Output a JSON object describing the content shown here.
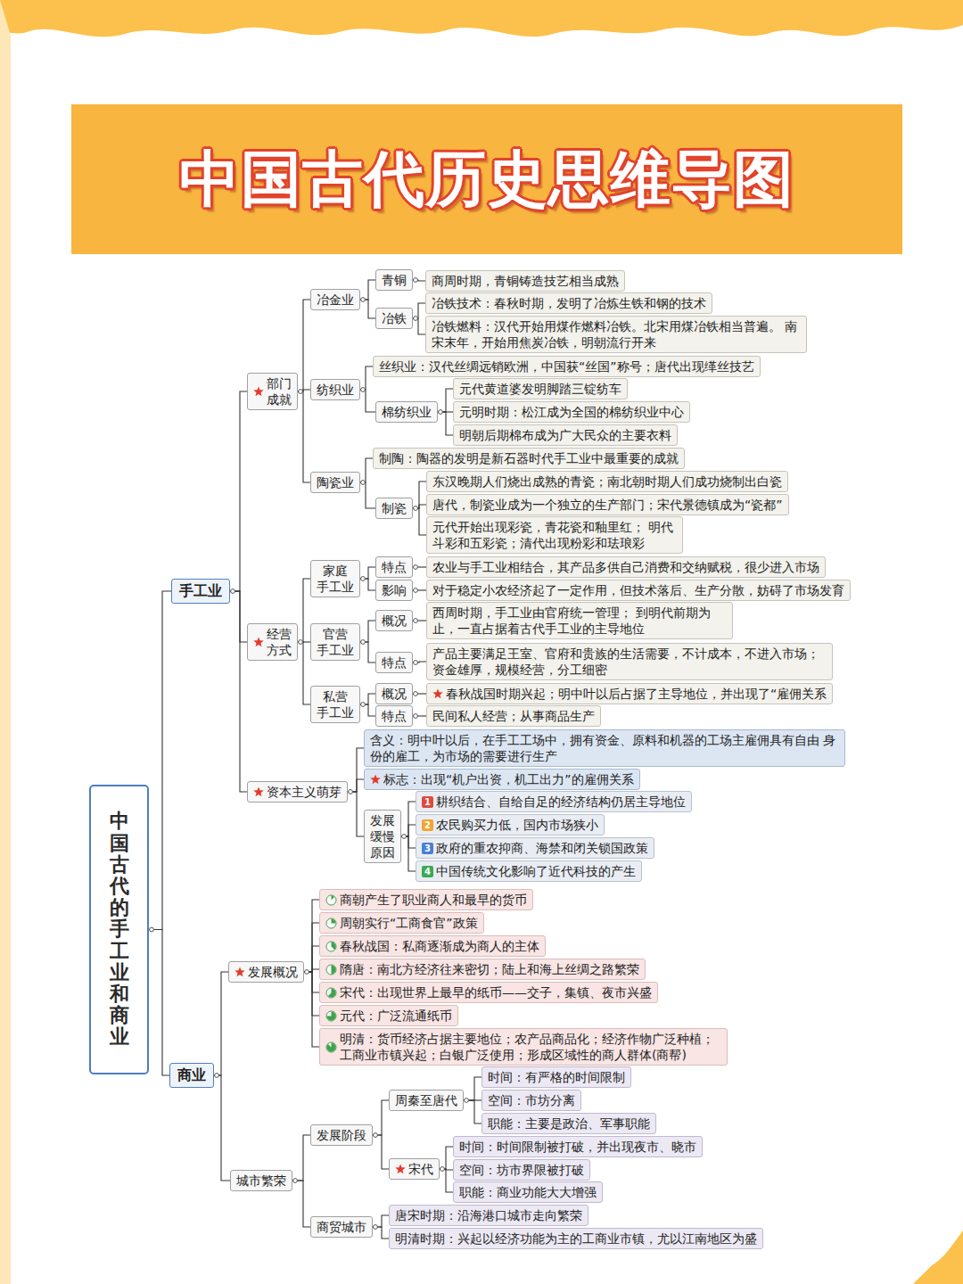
{
  "diagram": {
    "title": "中国古代历史思维导图",
    "nodes": [
      {
        "text": [
          "中国古代的手工业和商业"
        ]
      },
      {
        "text": [
          "手工业"
        ]
      },
      {
        "text": [
          "部门 成就"
        ]
      },
      {
        "text": [
          "冶金业"
        ]
      },
      {
        "text": [
          "青铜"
        ]
      },
      {
        "text": [
          "商周时期，青铜铸造技艺相当成熟"
        ]
      },
      {
        "text": [
          "冶铁"
        ]
      },
      {
        "text": [
          "冶铁技术：春秋时期，发明了冶炼生铁和钢的技术"
        ]
      },
      {
        "text": [
          "冶铁燃料：汉代开始用煤作燃料冶铁。北宋用煤冶铁相当普遍。 南宋末年，开始用焦炭冶铁，明朝流行开来"
        ]
      },
      {
        "text": [
          "纺织业"
        ]
      },
      {
        "text": [
          "丝织业：汉代丝绸远销欧洲，中国获“丝国”称号；唐代出现缂丝技艺"
        ]
      },
      {
        "text": [
          "棉纺织业"
        ]
      },
      {
        "text": [
          "元代黄道婆发明脚踏三锭纺车"
        ]
      },
      {
        "text": [
          "元明时期：松江成为全国的棉纺织业中心"
        ]
      },
      {
        "text": [
          "明朝后期棉布成为广大民众的主要衣料"
        ]
      },
      {
        "text": [
          "陶瓷业"
        ]
      },
      {
        "text": [
          "制陶：陶器的发明是新石器时代手工业中最重要的成就"
        ]
      },
      {
        "text": [
          "制瓷"
        ]
      },
      {
        "text": [
          "东汉晚期人们烧出成熟的青瓷；南北朝时期人们成功烧制出白瓷"
        ]
      },
      {
        "text": [
          "唐代，制瓷业成为一个独立的生产部门；宋代景德镇成为“瓷都”"
        ]
      },
      {
        "text": [
          "元代开始出现彩瓷，青花瓷和釉里红； 明代斗彩和五彩瓷；清代出现粉彩和珐琅彩"
        ]
      },
      {
        "text": [
          "经营 方式"
        ]
      },
      {
        "text": [
          "家庭 手工业"
        ]
      },
      {
        "text": [
          "特点"
        ]
      },
      {
        "text": [
          "农业与手工业相结合，其产品多供自己消费和交纳赋税，很少进入市场"
        ]
      },
      {
        "text": [
          "影响"
        ]
      },
      {
        "text": [
          "对于稳定小农经济起了一定作用，但技术落后、生产分散，妨碍了市场发育"
        ]
      },
      {
        "text": [
          "官营 手工业"
        ]
      },
      {
        "text": [
          "概况"
        ]
      },
      {
        "text": [
          "西周时期，手工业由官府统一管理； 到明代前期为止，一直占据着古代手工业的主导地位"
        ]
      },
      {
        "text": [
          "特点"
        ]
      },
      {
        "text": [
          "产品主要满足王室、官府和贵族的生活需要，不计成本，不进入市场； 资金雄厚，规模经营，分工细密"
        ]
      },
      {
        "text": [
          "私营 手工业"
        ]
      },
      {
        "text": [
          "概况"
        ]
      },
      {
        "text": [
          "春秋战国时期兴起；明中叶以后占据了主导地位，并出现了“雇佣关系"
        ]
      },
      {
        "text": [
          "特点"
        ]
      },
      {
        "text": [
          "民间私人经营；从事商品生产"
        ]
      },
      {
        "text": [
          "资本主义萌芽"
        ]
      },
      {
        "text": [
          "含义：明中叶以后，在手工工场中，拥有资金、原料和机器的工场主雇佣具有自由 身份的雇工，为市场的需要进行生产"
        ]
      },
      {
        "text": [
          "标志：出现“机户出资，机工出力”的雇佣关系"
        ]
      },
      {
        "text": [
          "发展 缓慢 原因"
        ]
      },
      {
        "text": [
          "1",
          "耕织结合、自给自足的经济结构仍居主导地位"
        ]
      },
      {
        "text": [
          "2",
          "农民购买力低，国内市场狭小"
        ]
      },
      {
        "text": [
          "3",
          "政府的重农抑商、海禁和闭关锁国政策"
        ]
      },
      {
        "text": [
          "4",
          "中国传统文化影响了近代科技的产生"
        ]
      },
      {
        "text": [
          "商业"
        ]
      },
      {
        "text": [
          "发展概况"
        ]
      },
      {
        "text": [
          "商朝产生了职业商人和最早的货币"
        ]
      },
      {
        "text": [
          "周朝实行“工商食官”政策"
        ]
      },
      {
        "text": [
          "春秋战国：私商逐渐成为商人的主体"
        ]
      },
      {
        "text": [
          "隋唐：南北方经济往来密切；陆上和海上丝绸之路繁荣"
        ]
      },
      {
        "text": [
          "宋代：出现世界上最早的纸币——交子，集镇、夜市兴盛"
        ]
      },
      {
        "text": [
          "元代：广泛流通纸币"
        ]
      },
      {
        "text": [
          "明清：货币经济占据主要地位；农产品商品化；经济作物广泛种植； 工商业市镇兴起；白银广泛使用；形成区域性的商人群体(商帮)"
        ]
      },
      {
        "text": [
          "城市繁荣"
        ]
      },
      {
        "text": [
          "发展阶段"
        ]
      },
      {
        "text": [
          "周秦至唐代"
        ]
      },
      {
        "text": [
          "时间：有严格的时间限制"
        ]
      },
      {
        "text": [
          "空间：市坊分离"
        ]
      },
      {
        "text": [
          "职能：主要是政治、军事职能"
        ]
      },
      {
        "text": [
          "宋代"
        ]
      },
      {
        "text": [
          "时间：时间限制被打破，并出现夜市、晓市"
        ]
      },
      {
        "text": [
          "空间：坊市界限被打破"
        ]
      },
      {
        "text": [
          "职能：商业功能大大增强"
        ]
      },
      {
        "text": [
          "商贸城市"
        ]
      },
      {
        "text": [
          "唐宋时期：沿海港口城市走向繁荣"
        ]
      },
      {
        "text": [
          "明清时期：兴起以经济功能为主的工商业市镇，尤以江南地区为盛"
        ]
      }
    ],
    "edges": [
      {
        "from": 0,
        "to": 1,
        "arrow": "none"
      },
      {
        "from": 0,
        "to": 45,
        "arrow": "none"
      },
      {
        "from": 1,
        "to": 2,
        "arrow": "none"
      },
      {
        "from": 1,
        "to": 21,
        "arrow": "none"
      },
      {
        "from": 1,
        "to": 37,
        "arrow": "none"
      },
      {
        "from": 2,
        "to": 3,
        "arrow": "none"
      },
      {
        "from": 2,
        "to": 9,
        "arrow": "none"
      },
      {
        "from": 2,
        "to": 15,
        "arrow": "none"
      },
      {
        "from": 3,
        "to": 4,
        "arrow": "none"
      },
      {
        "from": 3,
        "to": 6,
        "arrow": "none"
      },
      {
        "from": 4,
        "to": 5,
        "arrow": "none"
      },
      {
        "from": 6,
        "to": 7,
        "arrow": "none"
      },
      {
        "from": 6,
        "to": 8,
        "arrow": "none"
      },
      {
        "from": 9,
        "to": 10,
        "arrow": "none"
      },
      {
        "from": 9,
        "to": 11,
        "arrow": "none"
      },
      {
        "from": 11,
        "to": 12,
        "arrow": "none"
      },
      {
        "from": 11,
        "to": 13,
        "arrow": "none"
      },
      {
        "from": 11,
        "to": 14,
        "arrow": "none"
      },
      {
        "from": 15,
        "to": 16,
        "arrow": "none"
      },
      {
        "from": 15,
        "to": 17,
        "arrow": "none"
      },
      {
        "from": 17,
        "to": 18,
        "arrow": "none"
      },
      {
        "from": 17,
        "to": 19,
        "arrow": "none"
      },
      {
        "from": 17,
        "to": 20,
        "arrow": "none"
      },
      {
        "from": 21,
        "to": 22,
        "arrow": "none"
      },
      {
        "from": 21,
        "to": 27,
        "arrow": "none"
      },
      {
        "from": 21,
        "to": 32,
        "arrow": "none"
      },
      {
        "from": 22,
        "to": 23,
        "arrow": "none"
      },
      {
        "from": 22,
        "to": 25,
        "arrow": "none"
      },
      {
        "from": 23,
        "to": 24,
        "arrow": "none"
      },
      {
        "from": 25,
        "to": 26,
        "arrow": "none"
      },
      {
        "from": 27,
        "to": 28,
        "arrow": "none"
      },
      {
        "from": 27,
        "to": 30,
        "arrow": "none"
      },
      {
        "from": 28,
        "to": 29,
        "arrow": "none"
      },
      {
        "from": 30,
        "to": 31,
        "arrow": "none"
      },
      {
        "from": 32,
        "to": 33,
        "arrow": "none"
      },
      {
        "from": 32,
        "to": 35,
        "arrow": "none"
      },
      {
        "from": 33,
        "to": 34,
        "arrow": "none"
      },
      {
        "from": 35,
        "to": 36,
        "arrow": "none"
      },
      {
        "from": 37,
        "to": 38,
        "arrow": "none"
      },
      {
        "from": 37,
        "to": 39,
        "arrow": "none"
      },
      {
        "from": 37,
        "to": 40,
        "arrow": "none"
      },
      {
        "from": 40,
        "to": 41,
        "arrow": "none"
      },
      {
        "from": 40,
        "to": 42,
        "arrow": "none"
      },
      {
        "from": 40,
        "to": 43,
        "arrow": "none"
      },
      {
        "from": 40,
        "to": 44,
        "arrow": "none"
      },
      {
        "from": 45,
        "to": 46,
        "arrow": "none"
      },
      {
        "from": 45,
        "to": 54,
        "arrow": "none"
      },
      {
        "from": 46,
        "to": 47,
        "arrow": "none"
      },
      {
        "from": 46,
        "to": 48,
        "arrow": "none"
      },
      {
        "from": 46,
        "to": 49,
        "arrow": "none"
      },
      {
        "from": 46,
        "to": 50,
        "arrow": "none"
      },
      {
        "from": 46,
        "to": 51,
        "arrow": "none"
      },
      {
        "from": 46,
        "to": 52,
        "arrow": "none"
      },
      {
        "from": 46,
        "to": 53,
        "arrow": "none"
      },
      {
        "from": 54,
        "to": 55,
        "arrow": "none"
      },
      {
        "from": 54,
        "to": 64,
        "arrow": "none"
      },
      {
        "from": 55,
        "to": 56,
        "arrow": "none"
      },
      {
        "from": 55,
        "to": 60,
        "arrow": "none"
      },
      {
        "from": 56,
        "to": 57,
        "arrow": "none"
      },
      {
        "from": 56,
        "to": 58,
        "arrow": "none"
      },
      {
        "from": 56,
        "to": 59,
        "arrow": "none"
      },
      {
        "from": 60,
        "to": 61,
        "arrow": "none"
      },
      {
        "from": 60,
        "to": 62,
        "arrow": "none"
      },
      {
        "from": 60,
        "to": 63,
        "arrow": "none"
      },
      {
        "from": 64,
        "to": 65,
        "arrow": "none"
      },
      {
        "from": 64,
        "to": 66,
        "arrow": "none"
      }
    ]
  }
}
